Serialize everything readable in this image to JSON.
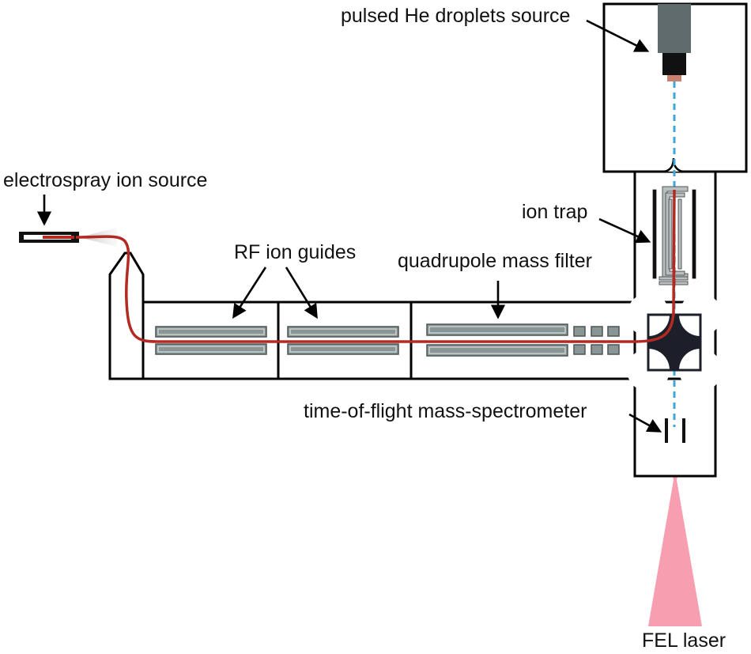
{
  "labels": {
    "he_source": "pulsed He droplets source",
    "esi_source": "electrospray ion source",
    "ion_trap": "ion trap",
    "rf_guides": "RF ion guides",
    "quad_filter": "quadrupole mass filter",
    "tof": "time-of-flight mass-spectrometer",
    "fel": "FEL laser"
  },
  "colors": {
    "ion_path": "#b22a22",
    "droplet_beam": "#3fa7d6",
    "laser": "#f47f95",
    "rods": "#8a9596",
    "quad_block": "#1c1f2a"
  }
}
